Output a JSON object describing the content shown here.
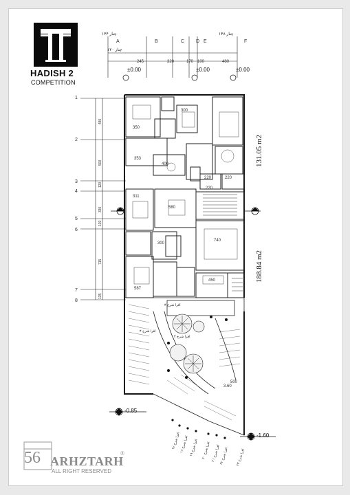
{
  "header": {
    "brand_title": "HADISH 2",
    "brand_subtitle": "COMPETITION",
    "persian_note_top_left": "چنار ۱۴۴",
    "persian_note_left": "چنار ۱۲۰",
    "persian_note_right": "چنار ۱۴۸"
  },
  "axes": {
    "letters": [
      "A",
      "B",
      "C",
      "D",
      "E",
      "F"
    ],
    "spans": [
      "245",
      "320",
      "170",
      "100",
      "480"
    ],
    "row_numbers": [
      "1",
      "2",
      "3",
      "4",
      "5",
      "6",
      "7",
      "8"
    ],
    "row_spans": [
      "480",
      "500",
      "120",
      "330",
      "130",
      "715",
      "135"
    ]
  },
  "levels": {
    "top_left": "±0.00",
    "top_mid": "±0.00",
    "top_right": "±0.00",
    "bottom_left": "-0.85",
    "bottom_right": "-1.60"
  },
  "areas": {
    "upper": "131.05 m2",
    "lower": "188.84 m2"
  },
  "room_dims": [
    "350",
    "300",
    "353",
    "400",
    "220",
    "220",
    "220",
    "580",
    "311",
    "740",
    "450",
    "587",
    "300",
    "500",
    "3.60"
  ],
  "tree_notes": [
    "افرا شرح ۴",
    "افرا شرح ۴",
    "افرا شرح ۴"
  ],
  "legend_notes": [
    "افرا شرح ۱۷",
    "افرا شرح ۱۸",
    "افرا شرح ۱۹",
    "افرا شرح ۲۰",
    "افرا شرح ۲۱",
    "افرا شرح ۲۲",
    "افرا شرح ۲۳"
  ],
  "watermark": {
    "page_number": "56",
    "brand": "ARHZTARH",
    "tagline": "ALL RIGHT RESERVED",
    "registered": "®"
  }
}
